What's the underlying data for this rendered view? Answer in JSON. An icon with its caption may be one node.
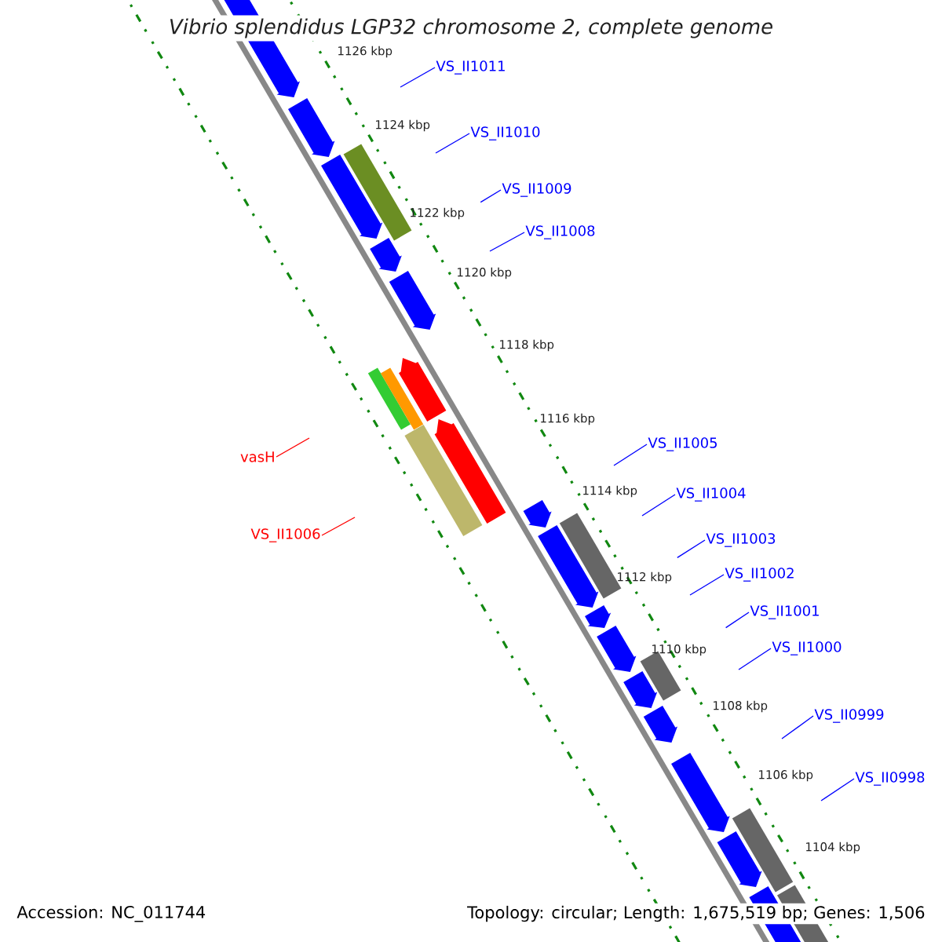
{
  "diagram": {
    "title": "Vibrio splendidus LGP32 chromosome 2, complete genome",
    "nodes": [
      {
        "text": [
          "VS_II1011"
        ]
      },
      {
        "text": [
          "VS_II1010"
        ]
      },
      {
        "text": [
          "VS_II1009"
        ]
      },
      {
        "text": [
          "VS_II1008"
        ]
      },
      {
        "text": [
          "VS_II1005"
        ]
      },
      {
        "text": [
          "vasH"
        ]
      },
      {
        "text": [
          "VS_II1004"
        ]
      },
      {
        "text": [
          "VS_II1006"
        ]
      },
      {
        "text": [
          "VS_II1003"
        ]
      },
      {
        "text": [
          "VS_II1002"
        ]
      },
      {
        "text": [
          "VS_II1001"
        ]
      },
      {
        "text": [
          "VS_II1000"
        ]
      },
      {
        "text": [
          "VS_II0999"
        ]
      },
      {
        "text": [
          "VS_II0998"
        ]
      }
    ],
    "edges": [
      {
        "from": 0,
        "to": null,
        "arrow": "none"
      },
      {
        "from": 1,
        "to": null,
        "arrow": "none"
      },
      {
        "from": 2,
        "to": null,
        "arrow": "none"
      },
      {
        "from": 3,
        "to": null,
        "arrow": "none"
      },
      {
        "from": 4,
        "to": null,
        "arrow": "none"
      },
      {
        "from": 5,
        "to": null,
        "arrow": "none",
        "color": "#ff0000"
      },
      {
        "from": 6,
        "to": null,
        "arrow": "none"
      },
      {
        "from": 7,
        "to": null,
        "arrow": "none",
        "color": "#ff0000"
      },
      {
        "from": 8,
        "to": null,
        "arrow": "none"
      },
      {
        "from": 9,
        "to": null,
        "arrow": "none"
      },
      {
        "from": 10,
        "to": null,
        "arrow": "none"
      },
      {
        "from": 11,
        "to": null,
        "arrow": "none"
      },
      {
        "from": 12,
        "to": null,
        "arrow": "none"
      },
      {
        "from": 13,
        "to": null,
        "arrow": "none"
      }
    ],
    "labels": [
      "1126 kbp",
      "1124 kbp",
      "1122 kbp",
      "1120 kbp",
      "1118 kbp",
      "1116 kbp",
      "1114 kbp",
      "1112 kbp",
      "1110 kbp",
      "1108 kbp",
      "1106 kbp",
      "1104 kbp",
      "Accession: NC_011744",
      "Topology: circular; Length: 1,675,519 bp; Genes: 1,506"
    ]
  }
}
